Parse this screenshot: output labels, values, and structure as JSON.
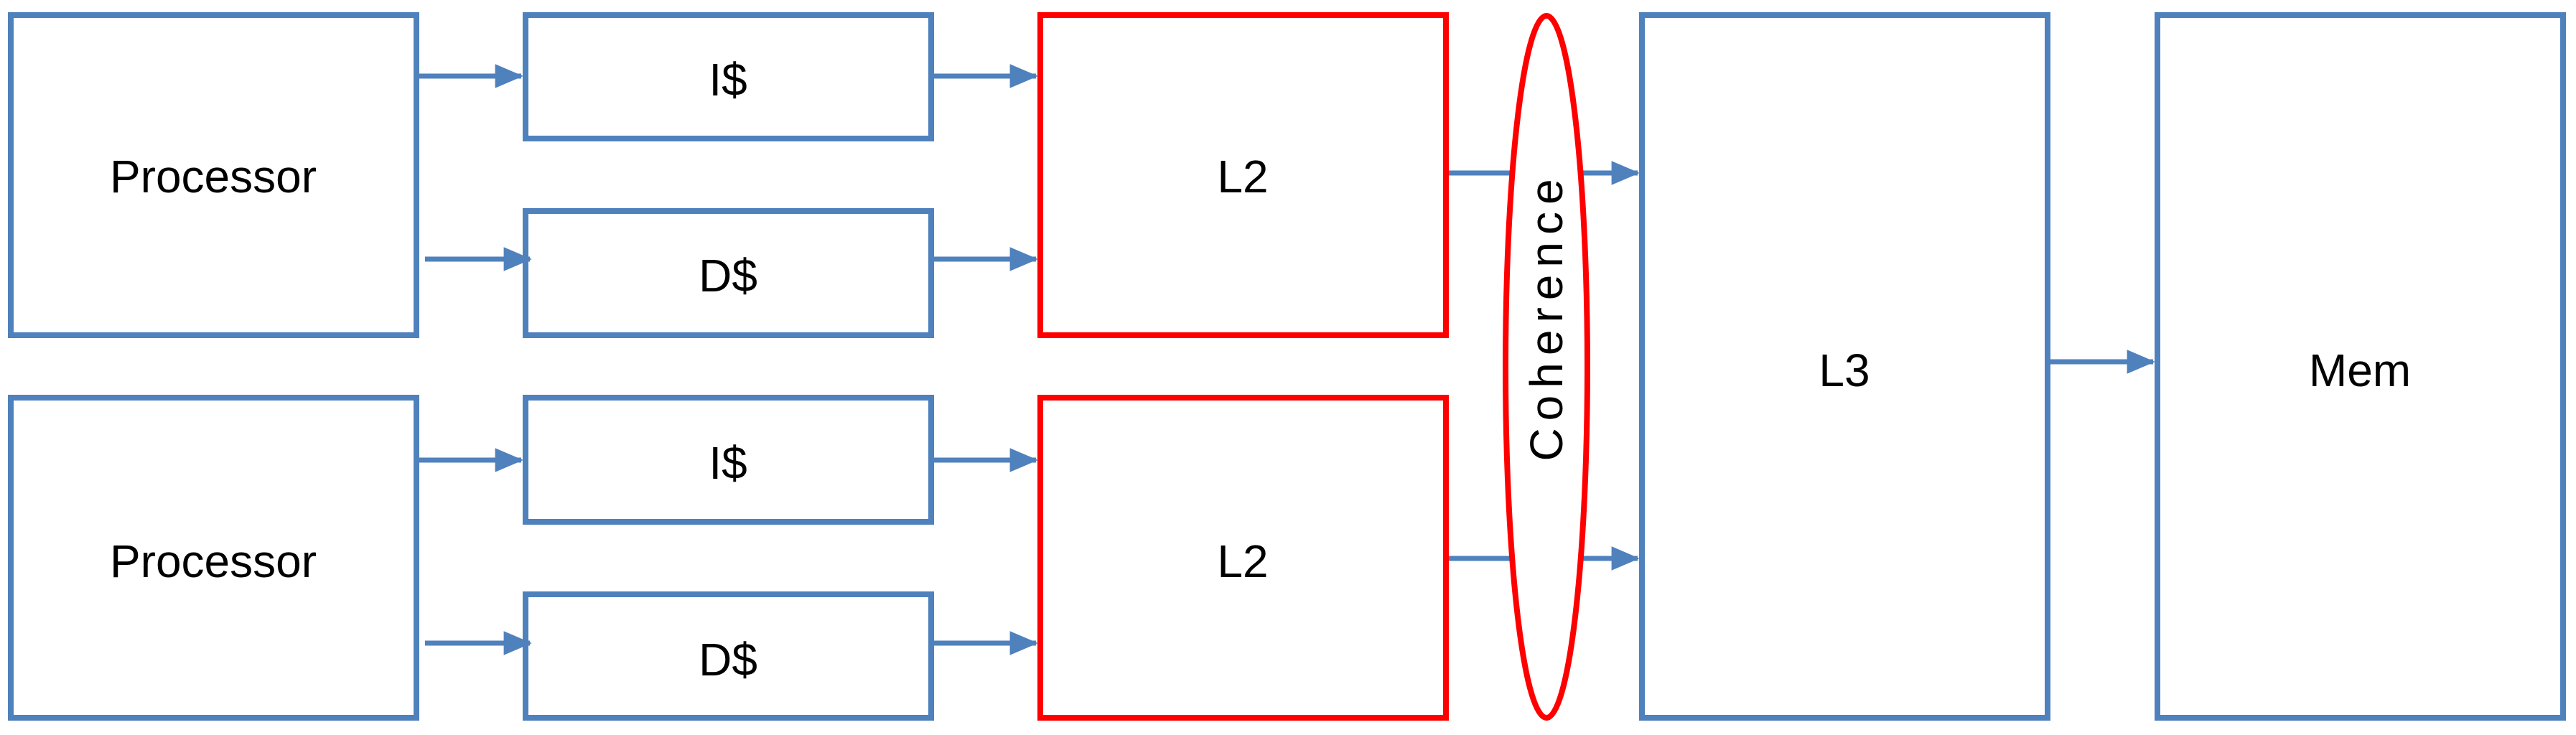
{
  "colors": {
    "blue": "#4f81bd",
    "red": "#ff0000",
    "text": "#000000",
    "background": "#ffffff"
  },
  "diagram": {
    "processor_top": "Processor",
    "processor_bottom": "Processor",
    "icache_top": "I$",
    "dcache_top": "D$",
    "icache_bottom": "I$",
    "dcache_bottom": "D$",
    "l2_top": "L2",
    "l2_bottom": "L2",
    "coherence": "Coherence",
    "l3": "L3",
    "mem": "Mem"
  }
}
